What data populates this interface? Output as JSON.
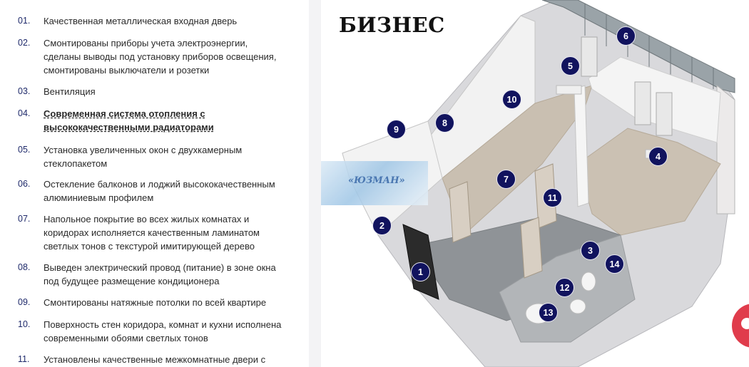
{
  "features": [
    {
      "num": "01.",
      "text": "Качественная металлическая входная дверь"
    },
    {
      "num": "02.",
      "text": "Смонтированы приборы учета электроэнергии, сделаны выводы под установку приборов освещения, смонтированы выключатели и розетки"
    },
    {
      "num": "03.",
      "text": "Вентиляция"
    },
    {
      "num": "04.",
      "text": "Современная система отопления с высококачественными радиаторами"
    },
    {
      "num": "05.",
      "text": "Установка увеличенных окон с двухкамерным стеклопакетом"
    },
    {
      "num": "06.",
      "text": "Остекление балконов и лоджий высококачественным алюминиевым профилем"
    },
    {
      "num": "07.",
      "text": "Напольное покрытие во всех жилых комнатах и коридорах исполняется качественным ламинатом светлых тонов с текстурой имитирующей дерево"
    },
    {
      "num": "08.",
      "text": "Выведен электрический провод (питание) в зоне окна под будущее размещение кондиционера"
    },
    {
      "num": "09.",
      "text": "Смонтированы натяжные потолки по всей квартире"
    },
    {
      "num": "10.",
      "text": "Поверхность стен коридора, комнат и кухни исполнена современными обоями светлых тонов"
    },
    {
      "num": "11.",
      "text": "Установлены качественные межкомнатные двери с"
    }
  ],
  "plan": {
    "title": "БИЗНЕС",
    "watermark": "«ЮЗМАН»",
    "markers": [
      "1",
      "2",
      "3",
      "4",
      "5",
      "6",
      "7",
      "8",
      "9",
      "10",
      "11",
      "12",
      "13",
      "14"
    ]
  },
  "colors": {
    "marker": "#11135e",
    "accent": "#1f2a6b",
    "chat": "#e03c4c"
  }
}
